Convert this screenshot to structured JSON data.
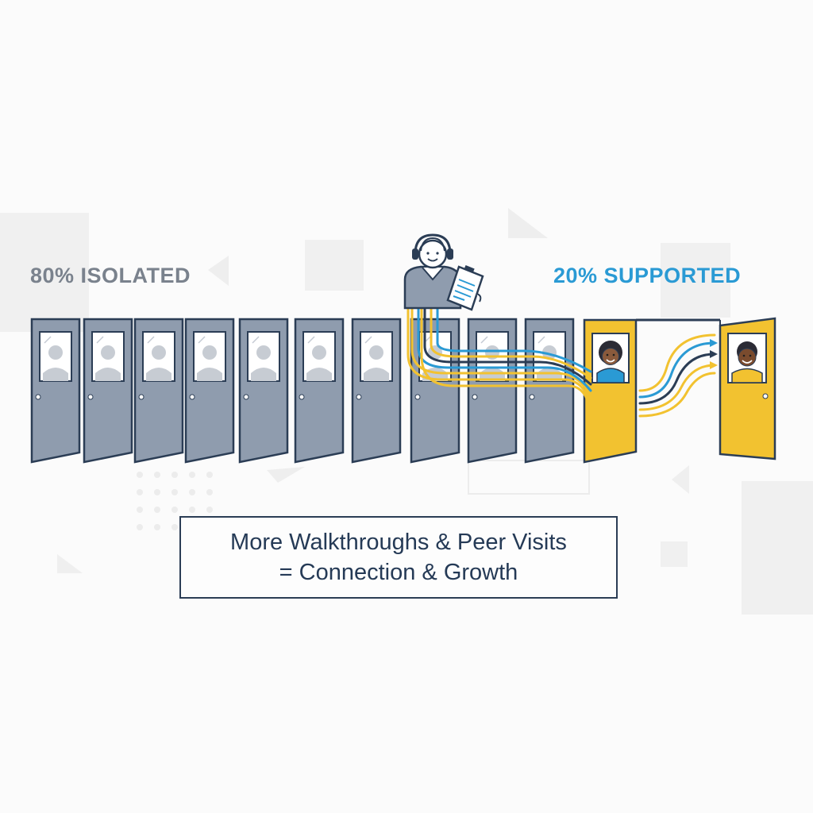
{
  "labels": {
    "isolated": "80% ISOLATED",
    "supported": "20% SUPPORTED"
  },
  "caption": {
    "line1": "More Walkthroughs & Peer Visits",
    "line2": "= Connection & Growth"
  },
  "colors": {
    "closed_door": "#8f9cae",
    "door_outline": "#2b3d55",
    "open_door": "#f2c230",
    "isolated_text": "#7a828d",
    "supported_text": "#2a9ad4",
    "path_yellow": "#f2c230",
    "path_blue": "#2a9ad4",
    "path_navy": "#2b3d55"
  },
  "icons": {
    "coach": "coach-with-headset-and-clipboard-icon",
    "peer_left": "teacher-portrait-icon",
    "peer_right": "teacher-portrait-icon",
    "silhouette": "person-silhouette-icon"
  }
}
